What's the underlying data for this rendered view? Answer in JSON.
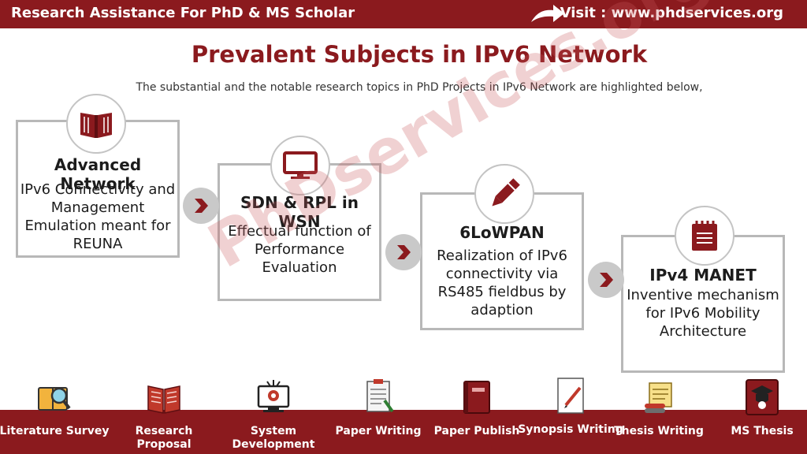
{
  "header": {
    "left_text": "Research Assistance For PhD & MS Scholar",
    "right_text": "Visit : www.phdservices.org"
  },
  "title": "Prevalent Subjects in IPv6 Network",
  "subtitle": "The substantial and the notable research topics in PhD Projects in IPv6 Network are highlighted below,",
  "cards": [
    {
      "title": "Advanced Network",
      "text": "IPv6 Connectivity and Management Emulation meant for REUNA",
      "icon": "book-icon"
    },
    {
      "title": "SDN & RPL in WSN",
      "text": "Effectual function of Performance Evaluation",
      "icon": "monitor-icon"
    },
    {
      "title": "6LoWPAN",
      "text": "Realization of IPv6 connectivity via RS485 fieldbus by adaption",
      "icon": "pencil-icon"
    },
    {
      "title": "IPv4 MANET",
      "text": "Inventive mechanism for IPv6 Mobility Architecture",
      "icon": "notepad-icon"
    }
  ],
  "watermark": "PhDservices.org",
  "footer_items": [
    {
      "label": "Literature Survey",
      "icon": "magnifier-book-icon"
    },
    {
      "label": "Research Proposal",
      "icon": "open-book-icon"
    },
    {
      "label": "System Development",
      "icon": "computer-icon"
    },
    {
      "label": "Paper Writing",
      "icon": "paper-writing-icon"
    },
    {
      "label": "Paper Publish",
      "icon": "closed-book-icon"
    },
    {
      "label": "Synopsis Writing",
      "icon": "paper-pen-icon"
    },
    {
      "label": "Thesis Writing",
      "icon": "scroll-icon"
    },
    {
      "label": "MS Thesis",
      "icon": "graduate-icon"
    }
  ],
  "colors": {
    "brand": "#8b1a1e",
    "card_border": "#b8b8b8",
    "arrow_circle": "#c9c9c9"
  }
}
